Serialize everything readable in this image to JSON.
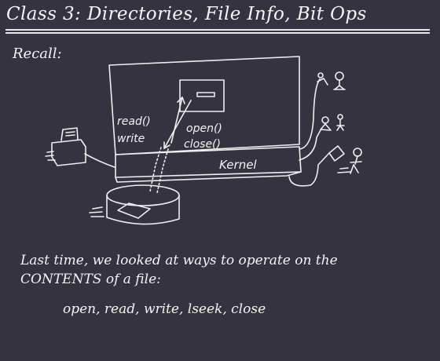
{
  "slide": {
    "title": "Class 3: Directories, File Info, Bit Ops",
    "recall_label": "Recall:",
    "body_line_1": "Last time, we looked at ways to operate on the",
    "body_line_2": "CONTENTS of a file:",
    "operations": "open, read, write, lseek, close"
  },
  "sketch": {
    "read_label": "read()",
    "write_label": "write",
    "open_label": "open()",
    "close_label": "close()",
    "kernel_label": "Kernel"
  },
  "colors": {
    "background": "#34333f",
    "chalk": "#f2f2f2"
  }
}
